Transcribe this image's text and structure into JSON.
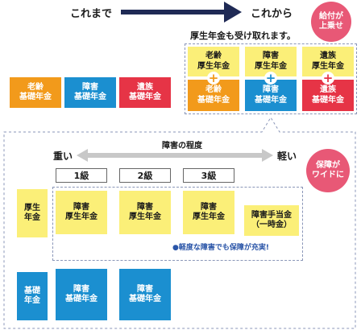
{
  "top": {
    "before_label": "これまで",
    "after_label": "これから",
    "after_caption": "厚生年金も受け取れます。",
    "badge_extra": [
      "給付が",
      "上乗せ"
    ]
  },
  "current_boxes": [
    {
      "line1": "老齢",
      "line2": "基礎年金",
      "color": "#f29a1b"
    },
    {
      "line1": "障害",
      "line2": "基礎年金",
      "color": "#1b8fd0"
    },
    {
      "line1": "遺族",
      "line2": "基礎年金",
      "color": "#e63446"
    }
  ],
  "future_columns": [
    {
      "upper1": "老齢",
      "upper2": "厚生年金",
      "plus": "+",
      "lower1": "老齢",
      "lower2": "基礎年金",
      "color": "#f29a1b"
    },
    {
      "upper1": "障害",
      "upper2": "厚生年金",
      "plus": "+",
      "lower1": "障害",
      "lower2": "基礎年金",
      "color": "#1b8fd0"
    },
    {
      "upper1": "遺族",
      "upper2": "厚生年金",
      "plus": "+",
      "lower1": "遺族",
      "lower2": "基礎年金",
      "color": "#e63446"
    }
  ],
  "severity": {
    "title": "障害の程度",
    "heavy": "重い",
    "light": "軽い",
    "grades": [
      "1級",
      "2級",
      "3級"
    ]
  },
  "badge_wide": [
    "保障が",
    "ワイドに"
  ],
  "rows": {
    "kosei_label": [
      "厚生",
      "年金"
    ],
    "kosei_boxes": [
      {
        "line1": "障害",
        "line2": "厚生年金"
      },
      {
        "line1": "障害",
        "line2": "厚生年金"
      },
      {
        "line1": "障害",
        "line2": "厚生年金"
      },
      {
        "line1": "障害手当金",
        "line2": "（一時金）"
      }
    ],
    "kiso_label": [
      "基礎",
      "年金"
    ],
    "kiso_boxes": [
      {
        "line1": "障害",
        "line2": "基礎年金"
      },
      {
        "line1": "障害",
        "line2": "基礎年金"
      }
    ],
    "note": "●軽度な障害でも保障が充実!"
  },
  "colors": {
    "arrow": "#1f2a55",
    "dashed": "#8a96b8",
    "gray_arrow": "#c8c8c8",
    "note": "#2a55a8"
  }
}
